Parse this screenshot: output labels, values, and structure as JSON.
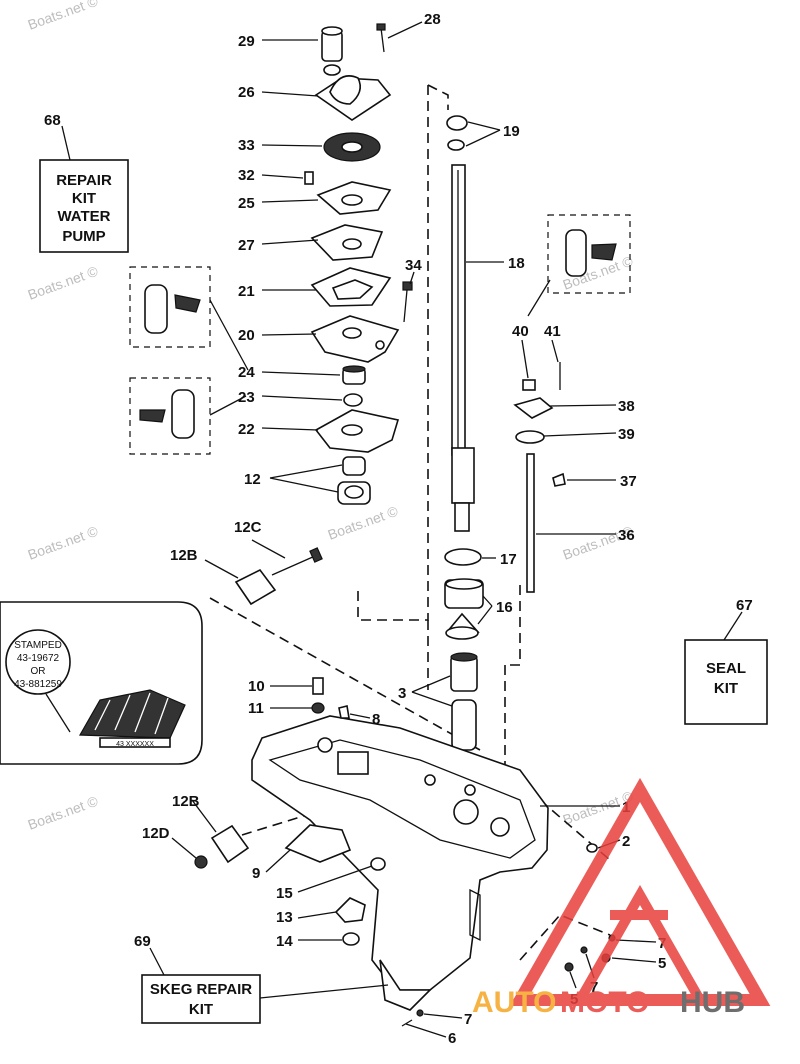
{
  "callouts": {
    "c29": "29",
    "c28": "28",
    "c26": "26",
    "c19": "19",
    "c68": "68",
    "c33": "33",
    "c32": "32",
    "c25": "25",
    "c27": "27",
    "c18": "18",
    "c34": "34",
    "c21": "21",
    "c20": "20",
    "c40": "40",
    "c41": "41",
    "c24": "24",
    "c23": "23",
    "c38": "38",
    "c22": "22",
    "c39": "39",
    "c37": "37",
    "c12": "12",
    "c36": "36",
    "c12c": "12C",
    "c12b": "12B",
    "c17": "17",
    "c16": "16",
    "c67": "67",
    "c10": "10",
    "c11": "11",
    "c8": "8",
    "c3": "3",
    "c1": "1",
    "c12b2": "12B",
    "c2": "2",
    "c12d": "12D",
    "c9": "9",
    "c15": "15",
    "c13": "13",
    "c14": "14",
    "c7a": "7",
    "c5a": "5",
    "c69": "69",
    "c5b": "5",
    "c7b": "7",
    "c7c": "7",
    "c6": "6"
  },
  "boxes": {
    "water_pump": [
      "REPAIR",
      "KIT",
      "WATER",
      "PUMP"
    ],
    "seal": [
      "SEAL",
      "KIT"
    ],
    "skeg": [
      "SKEG REPAIR",
      "KIT"
    ]
  },
  "gear_inset": {
    "lines": [
      "STAMPED",
      "43-19672",
      "OR",
      "43-881259"
    ],
    "part_stamp": "43 XXXXXX"
  },
  "watermark": "Boats.net ©",
  "logo": {
    "part1": "AUTO",
    "part2": "MOTO",
    "part3": "HUB",
    "colors": {
      "orange": "#f5a623",
      "red": "#e8403c",
      "gray": "#555555"
    }
  }
}
